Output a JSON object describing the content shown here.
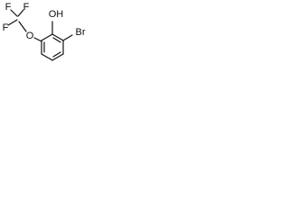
{
  "molecule": {
    "atoms": {
      "f_top_left": "F",
      "f_top_right": "F",
      "f_left": "F",
      "oxygen_ether": "O",
      "hydroxyl": "OH",
      "bromine": "Br"
    }
  },
  "colors": {
    "bond": "#111111",
    "label": "#111111",
    "background": "#ffffff"
  }
}
